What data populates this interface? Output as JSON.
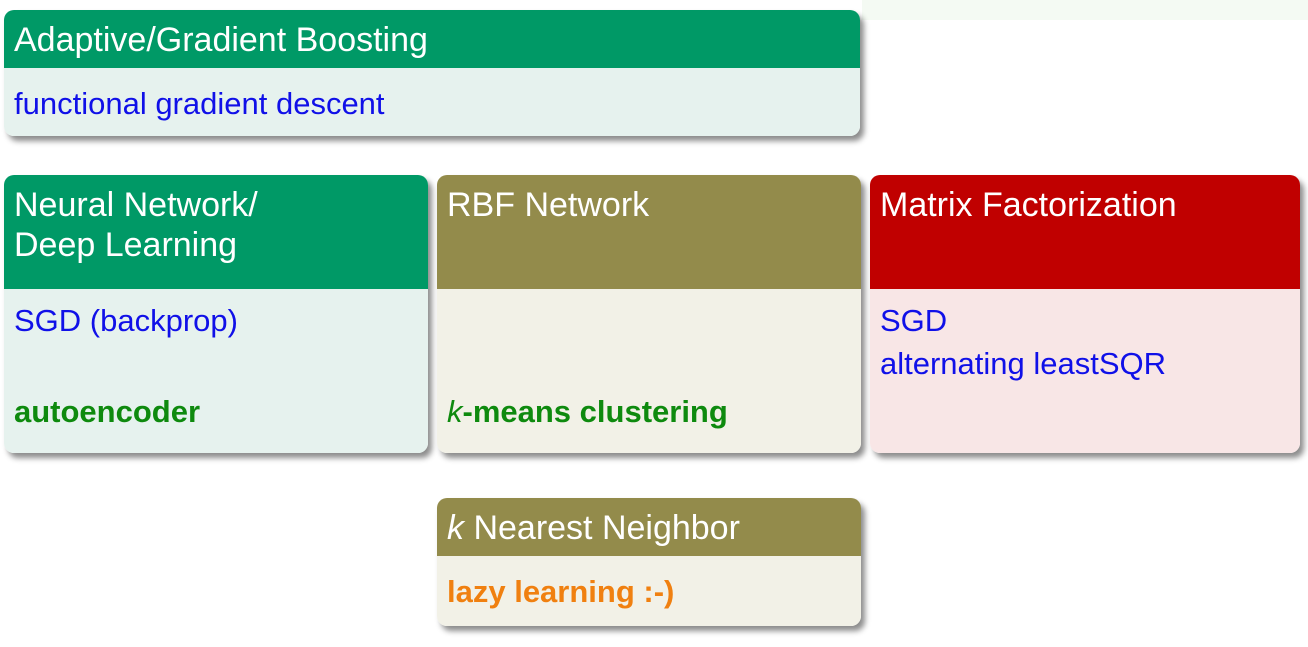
{
  "blocks": {
    "boosting": {
      "title": "Adaptive/Gradient Boosting",
      "lines": [
        "functional gradient descent"
      ]
    },
    "neural_network": {
      "title_line1": "Neural Network/",
      "title_line2": "Deep Learning",
      "lines": [
        "SGD (backprop)"
      ],
      "highlight": "autoencoder"
    },
    "rbf_network": {
      "title": "RBF Network",
      "highlight_italic": "k",
      "highlight": "-means clustering"
    },
    "matrix_factorization": {
      "title": "Matrix Factorization",
      "lines": [
        "SGD",
        "alternating leastSQR"
      ]
    },
    "knn": {
      "title_italic": "k",
      "title": " Nearest Neighbor",
      "highlight": "lazy learning :-)"
    }
  },
  "colors": {
    "green_header": "#009966",
    "olive_header": "#938b4b",
    "red_header": "#c00000",
    "blue_text": "#1010e8",
    "green_text": "#0e8a0e",
    "orange_text": "#f08010"
  }
}
